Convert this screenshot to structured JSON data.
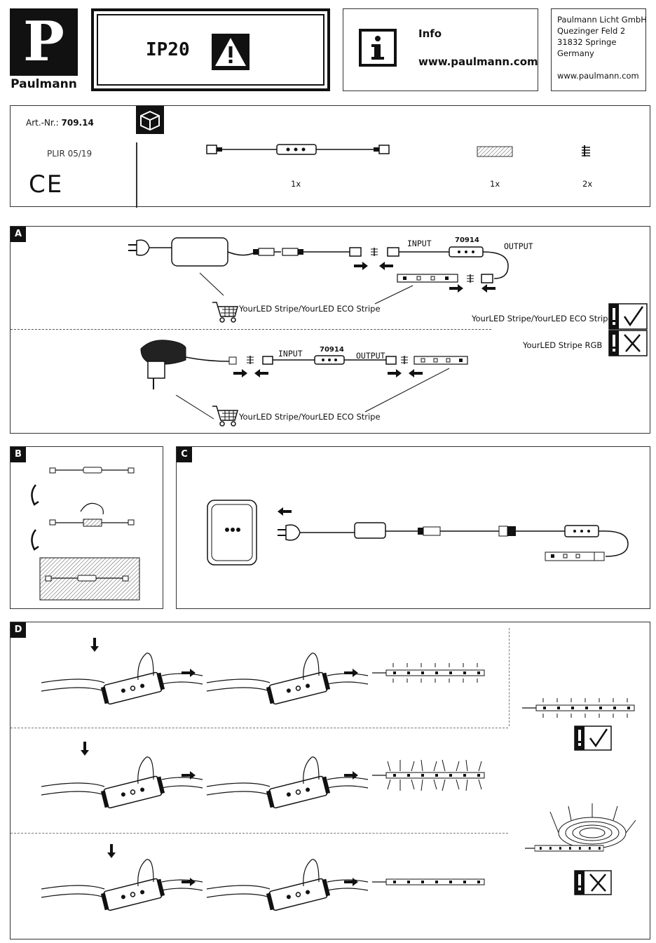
{
  "brand": {
    "name": "Paulmann",
    "logo_letter": "P"
  },
  "header": {
    "ip_rating": "IP20",
    "info_title": "Info",
    "info_url": "www.paulmann.com",
    "address": [
      "Paulmann Licht GmbH",
      "Quezinger Feld 2",
      "31832 Springe",
      "Germany"
    ],
    "address_url": "www.paulmann.com"
  },
  "product": {
    "art_label": "Art.-Nr.:",
    "art_no": "709.14",
    "plir": "PLIR 05/19",
    "ce_mark": "CE",
    "contents": [
      {
        "icon": "controller-cable-icon",
        "qty": "1x"
      },
      {
        "icon": "adhesive-tape-icon",
        "qty": "1x"
      },
      {
        "icon": "connector-clip-icon",
        "qty": "2x"
      }
    ]
  },
  "sectionA": {
    "label": "A",
    "input": "INPUT",
    "output": "OUTPUT",
    "model": "70914",
    "shop_text_1": "YourLED Stripe/YourLED ECO Stripe",
    "shop_text_2": "YourLED Stripe/YourLED ECO Stripe",
    "compat_ok": "YourLED Stripe/YourLED ECO Stripe",
    "compat_no": "YourLED Stripe RGB"
  },
  "sectionB": {
    "label": "B"
  },
  "sectionC": {
    "label": "C"
  },
  "sectionD": {
    "label": "D"
  },
  "icons": {
    "warning": "warning-icon",
    "info": "info-icon",
    "box": "package-icon",
    "cart": "cart-icon"
  }
}
